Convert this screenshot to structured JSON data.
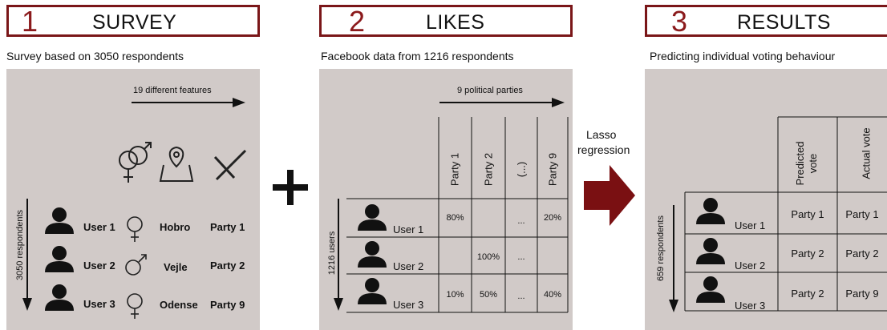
{
  "sections": [
    {
      "number": "1",
      "title": "SURVEY",
      "subtitle": "Survey based on 3050 respondents"
    },
    {
      "number": "2",
      "title": "LIKES",
      "subtitle": "Facebook data from 1216 respondents"
    },
    {
      "number": "3",
      "title": "RESULTS",
      "subtitle": "Predicting individual voting behaviour"
    }
  ],
  "survey": {
    "features_label": "19 different features",
    "respondents_label": "3050 respondents",
    "rows": [
      {
        "user": "User 1",
        "gender": "female",
        "city": "Hobro",
        "party": "Party 1"
      },
      {
        "user": "User 2",
        "gender": "male",
        "city": "Vejle",
        "party": "Party 2"
      },
      {
        "user": "User 3",
        "gender": "female",
        "city": "Odense",
        "party": "Party 9"
      }
    ]
  },
  "likes": {
    "parties_label": "9 political parties",
    "users_label": "1216 users",
    "columns": [
      "Party 1",
      "Party 2",
      "(...)",
      "Party 9"
    ],
    "rows": [
      {
        "user": "User 1",
        "values": [
          "80%",
          "",
          "...",
          "20%"
        ]
      },
      {
        "user": "User 2",
        "values": [
          "",
          "100%",
          "...",
          ""
        ]
      },
      {
        "user": "User 3",
        "values": [
          "10%",
          "50%",
          "...",
          "40%"
        ]
      }
    ]
  },
  "method": {
    "line1": "Lasso",
    "line2": "regression"
  },
  "results": {
    "respondents_label": "659 respondents",
    "columns": [
      "Predicted vote",
      "Actual vote"
    ],
    "col1_lines": [
      "Predicted",
      "vote"
    ],
    "rows": [
      {
        "user": "User 1",
        "predicted": "Party 1",
        "actual": "Party 1"
      },
      {
        "user": "User 2",
        "predicted": "Party 2",
        "actual": "Party 2"
      },
      {
        "user": "User 3",
        "predicted": "Party 2",
        "actual": "Party 9"
      }
    ]
  },
  "colors": {
    "accent": "#8b1a1c",
    "panel": "#d1cac8",
    "arrow": "#7a1012"
  }
}
